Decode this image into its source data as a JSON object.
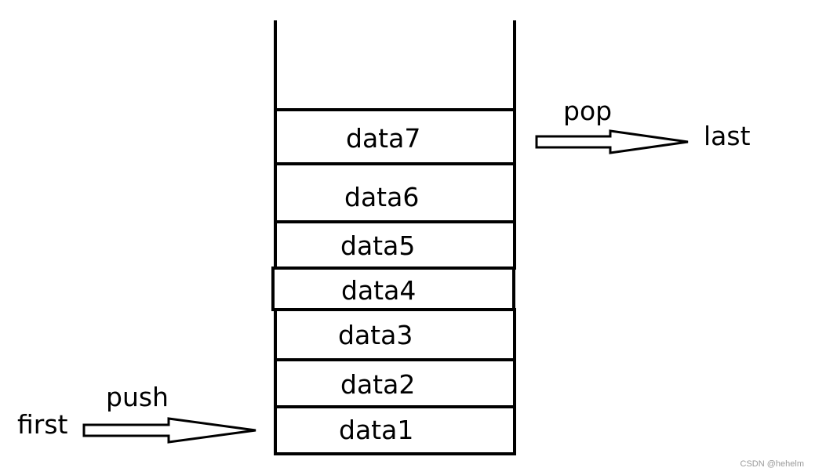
{
  "stack": {
    "cells": [
      "data7",
      "data6",
      "data5",
      "data4",
      "data3",
      "data2",
      "data1"
    ]
  },
  "pop": {
    "label": "pop",
    "target": "last"
  },
  "push": {
    "label": "push",
    "source": "first"
  },
  "watermark": "CSDN @hehelm",
  "colors": {
    "stroke": "#000000",
    "background": "#ffffff",
    "watermark": "#9a9a9a"
  },
  "icons": {
    "pop_arrow": "right-arrow-icon",
    "push_arrow": "right-arrow-icon"
  }
}
